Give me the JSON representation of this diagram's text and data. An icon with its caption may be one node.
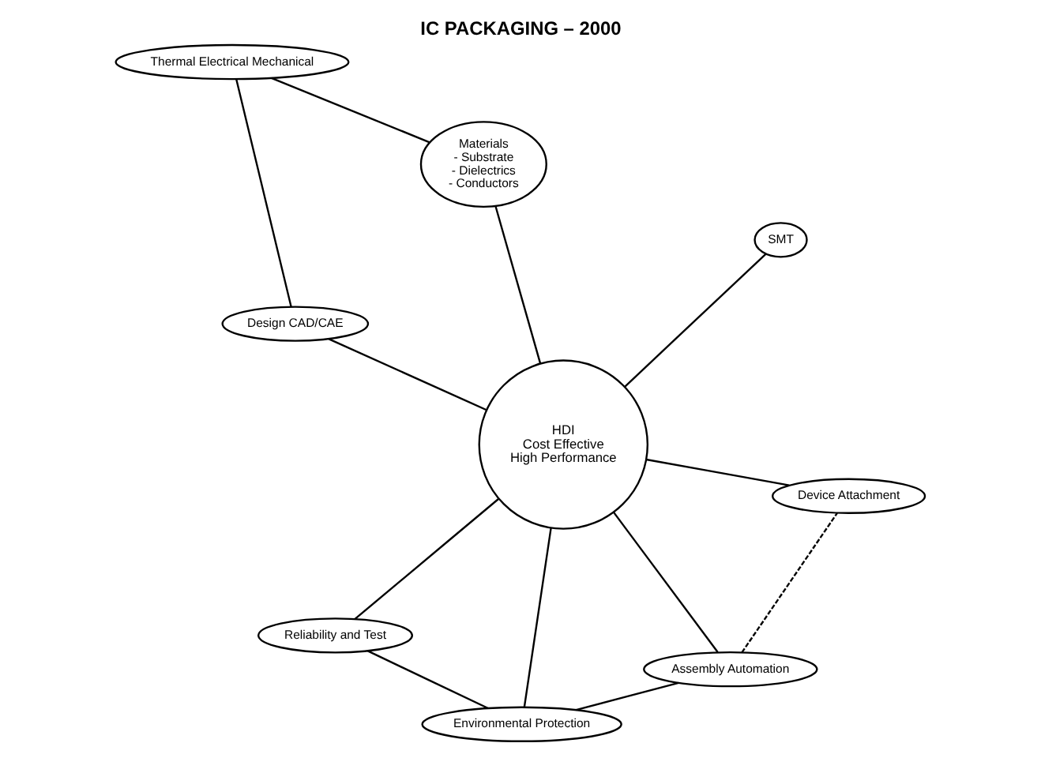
{
  "diagram": {
    "title": "IC PACKAGING – 2000",
    "nodes": [
      {
        "text": [
          "Thermal Electrical Mechanical"
        ]
      },
      {
        "text": [
          "Materials",
          "- Substrate",
          "- Dielectrics",
          "- Conductors"
        ]
      },
      {
        "text": [
          "Design CAD/CAE"
        ]
      },
      {
        "text": [
          "HDI",
          "Cost Effective",
          "High Performance"
        ]
      },
      {
        "text": [
          "SMT"
        ]
      },
      {
        "text": [
          "Assembly Automation"
        ]
      },
      {
        "text": [
          "Reliability and Test"
        ]
      },
      {
        "text": [
          "Environmental Protection"
        ]
      },
      {
        "text": [
          "Device Attachment"
        ]
      }
    ],
    "edges": [
      {
        "from": 0,
        "to": 1,
        "arrow": "none"
      },
      {
        "from": 0,
        "to": 2,
        "arrow": "none"
      },
      {
        "from": 2,
        "to": 3,
        "arrow": "none"
      },
      {
        "from": 1,
        "to": 3,
        "arrow": "none"
      },
      {
        "from": 3,
        "to": 4,
        "arrow": "none"
      },
      {
        "from": 3,
        "to": 5,
        "arrow": "none"
      },
      {
        "from": 3,
        "to": 6,
        "arrow": "none"
      },
      {
        "from": 3,
        "to": 7,
        "arrow": "none"
      },
      {
        "from": 3,
        "to": 8,
        "arrow": "none"
      },
      {
        "from": 6,
        "to": 7,
        "arrow": "none"
      },
      {
        "from": 7,
        "to": 5,
        "arrow": "none"
      },
      {
        "from": 5,
        "to": 8,
        "arrow": "none",
        "style": "dashed"
      }
    ]
  }
}
